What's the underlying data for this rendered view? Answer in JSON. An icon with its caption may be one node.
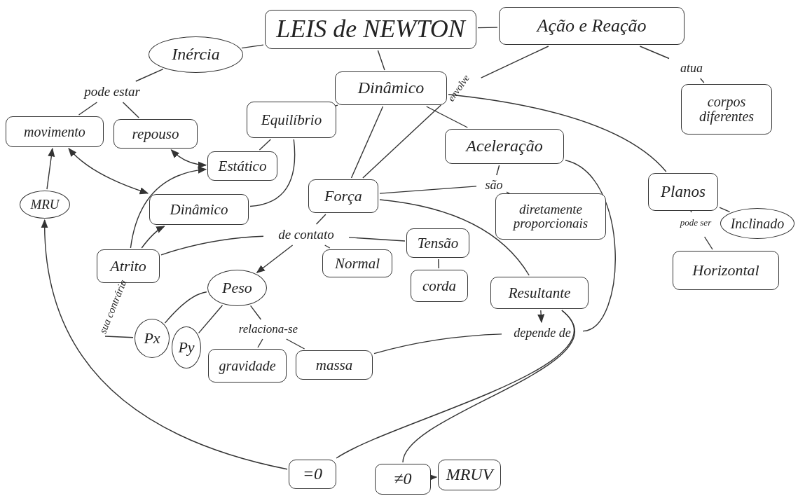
{
  "diagram": {
    "nodes": [
      {
        "text": [
          "LEIS de NEWTON"
        ]
      },
      {
        "text": [
          "Ação e Reação"
        ]
      },
      {
        "text": [
          "Inércia"
        ]
      },
      {
        "text": [
          "Dinâmico"
        ]
      },
      {
        "text": [
          "pode estar"
        ]
      },
      {
        "text": [
          "movimento"
        ]
      },
      {
        "text": [
          "repouso"
        ]
      },
      {
        "text": [
          "Equilíbrio"
        ]
      },
      {
        "text": [
          "Estático"
        ]
      },
      {
        "text": [
          "Aceleração"
        ]
      },
      {
        "text": [
          "envolve"
        ]
      },
      {
        "text": [
          "MRU"
        ]
      },
      {
        "text": [
          "Dinâmico"
        ]
      },
      {
        "text": [
          "Força"
        ]
      },
      {
        "text": [
          "são"
        ]
      },
      {
        "text": [
          "diretamente proporcionais"
        ]
      },
      {
        "text": [
          "Planos"
        ]
      },
      {
        "text": [
          "atua"
        ]
      },
      {
        "text": [
          "corpos diferentes"
        ]
      },
      {
        "text": [
          "pode ser"
        ]
      },
      {
        "text": [
          "Inclinado"
        ]
      },
      {
        "text": [
          "Horizontal"
        ]
      },
      {
        "text": [
          "de contato"
        ]
      },
      {
        "text": [
          "Atrito"
        ]
      },
      {
        "text": [
          "Normal"
        ]
      },
      {
        "text": [
          "Tensão"
        ]
      },
      {
        "text": [
          "corda"
        ]
      },
      {
        "text": [
          "Peso"
        ]
      },
      {
        "text": [
          "Resultante"
        ]
      },
      {
        "text": [
          "sua contrária"
        ]
      },
      {
        "text": [
          "Px"
        ]
      },
      {
        "text": [
          "Py"
        ]
      },
      {
        "text": [
          "relaciona-se"
        ]
      },
      {
        "text": [
          "depende de"
        ]
      },
      {
        "text": [
          "gravidade"
        ]
      },
      {
        "text": [
          "massa"
        ]
      },
      {
        "text": [
          "=0"
        ]
      },
      {
        "text": [
          "≠0"
        ]
      },
      {
        "text": [
          "MRUV"
        ]
      }
    ],
    "edges": [
      {
        "from": 0,
        "to": 2,
        "arrow": "none"
      },
      {
        "from": 0,
        "to": 1,
        "arrow": "none"
      },
      {
        "from": 0,
        "to": 3,
        "arrow": "none"
      },
      {
        "from": 2,
        "to": 4,
        "arrow": "none"
      },
      {
        "from": 4,
        "to": 5,
        "arrow": "none"
      },
      {
        "from": 4,
        "to": 6,
        "arrow": "none"
      },
      {
        "from": 3,
        "to": 7,
        "arrow": "none"
      },
      {
        "from": 7,
        "to": 8,
        "arrow": "none"
      },
      {
        "from": 7,
        "to": 12,
        "arrow": "none"
      },
      {
        "from": 6,
        "to": 8,
        "arrow": "both"
      },
      {
        "from": 12,
        "to": 5,
        "arrow": "both"
      },
      {
        "from": 11,
        "to": 5,
        "arrow": "to"
      },
      {
        "from": 23,
        "to": 8,
        "arrow": "to"
      },
      {
        "from": 23,
        "to": 12,
        "arrow": "to"
      },
      {
        "from": 23,
        "to": 22,
        "arrow": "none"
      },
      {
        "from": 13,
        "to": 22,
        "arrow": "none"
      },
      {
        "from": 22,
        "to": 25,
        "arrow": "none"
      },
      {
        "from": 22,
        "to": 24,
        "arrow": "none"
      },
      {
        "from": 22,
        "to": 27,
        "arrow": "to"
      },
      {
        "from": 25,
        "to": 26,
        "arrow": "none"
      },
      {
        "from": 23,
        "to": 29,
        "arrow": "none"
      },
      {
        "from": 29,
        "to": 30,
        "arrow": "none"
      },
      {
        "from": 27,
        "to": 30,
        "arrow": "none"
      },
      {
        "from": 27,
        "to": 31,
        "arrow": "none"
      },
      {
        "from": 27,
        "to": 32,
        "arrow": "none"
      },
      {
        "from": 32,
        "to": 34,
        "arrow": "none"
      },
      {
        "from": 32,
        "to": 35,
        "arrow": "none"
      },
      {
        "from": 35,
        "to": 33,
        "arrow": "none"
      },
      {
        "from": 28,
        "to": 33,
        "arrow": "to"
      },
      {
        "from": 33,
        "to": 9,
        "arrow": "none"
      },
      {
        "from": 13,
        "to": 28,
        "arrow": "none"
      },
      {
        "from": 28,
        "to": 36,
        "arrow": "none"
      },
      {
        "from": 28,
        "to": 37,
        "arrow": "none"
      },
      {
        "from": 36,
        "to": 11,
        "arrow": "to"
      },
      {
        "from": 37,
        "to": 38,
        "arrow": "to"
      },
      {
        "from": 1,
        "to": 10,
        "arrow": "none"
      },
      {
        "from": 10,
        "to": 13,
        "arrow": "none"
      },
      {
        "from": 1,
        "to": 17,
        "arrow": "none"
      },
      {
        "from": 17,
        "to": 18,
        "arrow": "none"
      },
      {
        "from": 3,
        "to": 13,
        "arrow": "none"
      },
      {
        "from": 3,
        "to": 9,
        "arrow": "none"
      },
      {
        "from": 3,
        "to": 16,
        "arrow": "none"
      },
      {
        "from": 13,
        "to": 14,
        "arrow": "none"
      },
      {
        "from": 9,
        "to": 14,
        "arrow": "none"
      },
      {
        "from": 14,
        "to": 15,
        "arrow": "none"
      },
      {
        "from": 16,
        "to": 19,
        "arrow": "none"
      },
      {
        "from": 19,
        "to": 21,
        "arrow": "none"
      },
      {
        "from": 16,
        "to": 20,
        "arrow": "none"
      }
    ]
  }
}
